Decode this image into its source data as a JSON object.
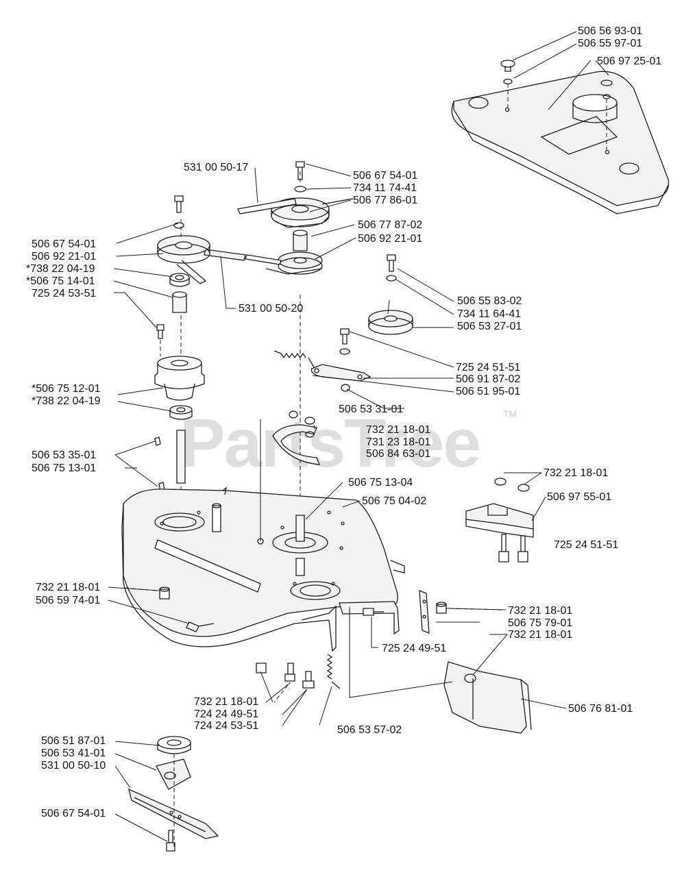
{
  "watermark": {
    "text": "PartsTree",
    "mark": "TM"
  },
  "colors": {
    "line": "#1a1a1a",
    "fill": "#f4f4f4",
    "label": "#111111"
  },
  "labels": [
    "506 56 93-01",
    "506 55 97-01",
    "506 97 25-01",
    "531 00 50-17",
    "506 67 54-01",
    "734 11 74-41",
    "506 77 86-01",
    "506 77 87-02",
    "506 92 21-01",
    "506 67 54-01",
    "506 92 21-01",
    "*738 22 04-19",
    "*506 75 14-01",
    "725 24 53-51",
    "531 00 50-20",
    "506 55 83-02",
    "734 11 64-41",
    "506 53 27-01",
    "725 24 51-51",
    "506 91 87-02",
    "506 51 95-01",
    "*506 75 12-01",
    "*738 22 04-19",
    "506 53 31-01",
    "732 21 18-01",
    "731 23 18-01",
    "506 84 63-01",
    "506 53 35-01",
    "506 75 13-01",
    "506 75 13-04",
    "506 75 04-02",
    "732 21 18-01",
    "506 97 55-01",
    "725 24 51-51",
    "732 21 18-01",
    "506 59 74-01",
    "732 21 18-01",
    "506 75 79-01",
    "725 24 49-51",
    "732 21 18-01",
    "506 76 81-01",
    "732 21 18-01",
    "724 24 49-51",
    "724 24 53-51",
    "506 53 57-02",
    "506 51 87-01",
    "506 53 41-01",
    "531 00 50-10",
    "506 67 54-01"
  ]
}
